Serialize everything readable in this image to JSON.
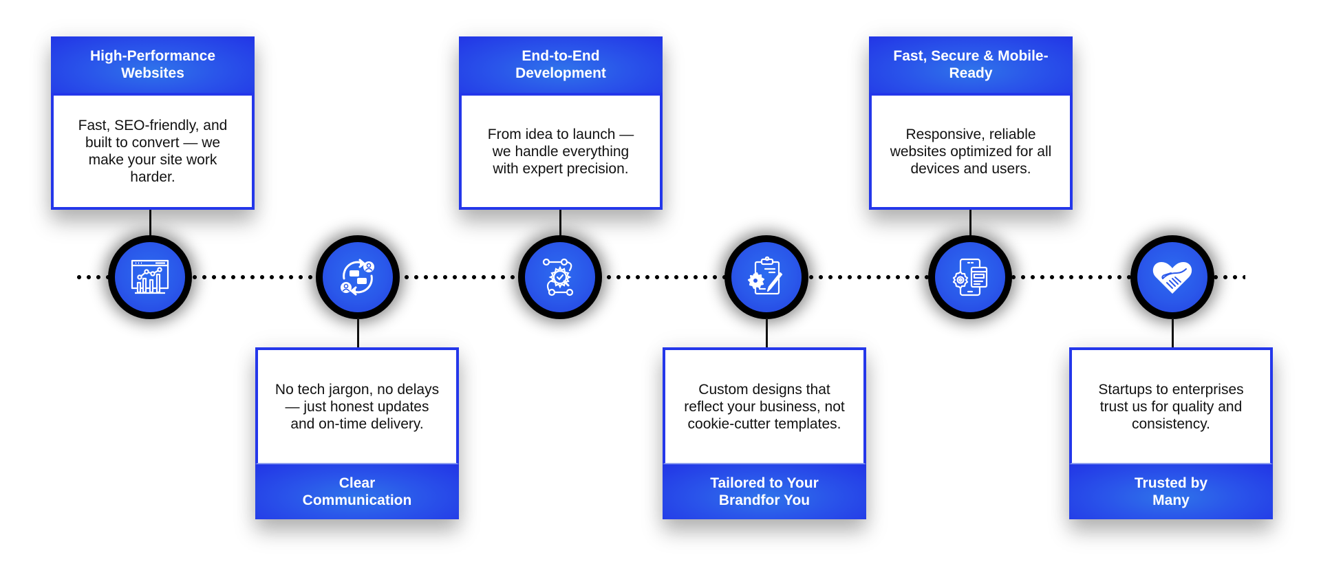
{
  "diagram": {
    "type": "timeline",
    "accent_color": "#2437ea",
    "steps": [
      {
        "title": "High-Performance Websites",
        "description": "Fast, SEO-friendly, and built to convert — we make your site work harder.",
        "icon": "analytics-dashboard-icon",
        "position": "top"
      },
      {
        "title": "Clear Communication",
        "description": "No tech jargon, no delays — just honest updates and on-time delivery.",
        "icon": "conversation-exchange-icon",
        "position": "bottom"
      },
      {
        "title": "End-to-End Development",
        "description": "From idea to launch — we handle everything with expert precision.",
        "icon": "process-gear-icon",
        "position": "top"
      },
      {
        "title": "Tailored to Your Brandfor You",
        "description": "Custom designs that reflect your business, not cookie-cutter templates.",
        "icon": "clipboard-design-icon",
        "position": "bottom"
      },
      {
        "title": "Fast, Secure & Mobile-Ready",
        "description": "Responsive, reliable websites optimized for all devices and users.",
        "icon": "mobile-settings-icon",
        "position": "top"
      },
      {
        "title": "Trusted by Many",
        "description": "Startups to enterprises trust us for quality and consistency.",
        "icon": "heart-handshake-icon",
        "position": "bottom"
      }
    ]
  }
}
